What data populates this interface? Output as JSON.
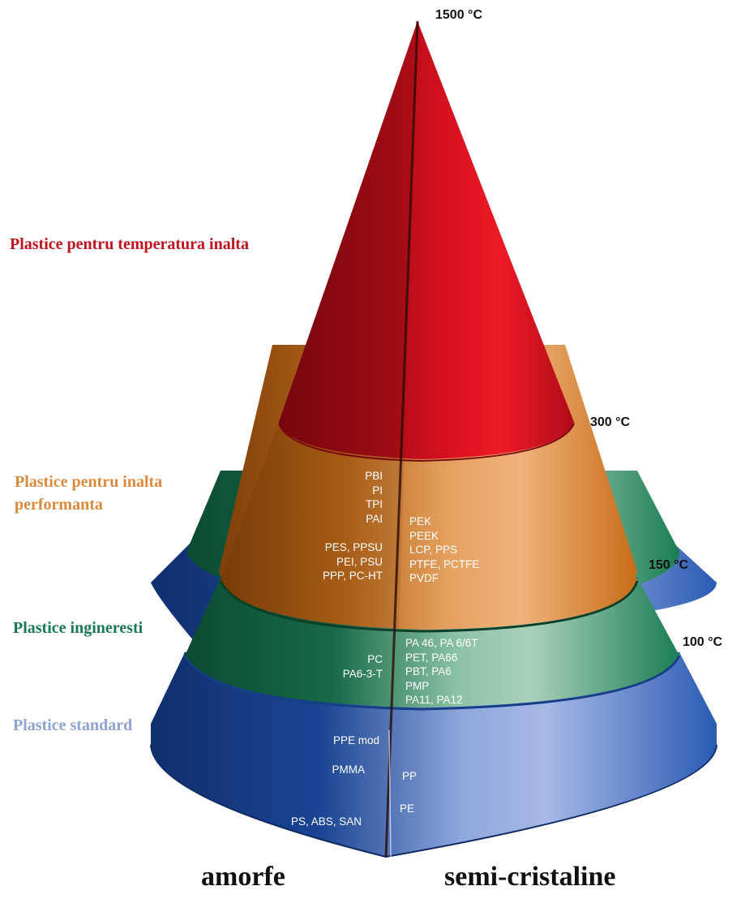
{
  "temperatures": {
    "t1500": "1500 °C",
    "t300": "300 °C",
    "t150": "150 °C",
    "t100": "100 °C"
  },
  "categories": {
    "high_temp": "Plastice pentru temperatura inalta",
    "high_perf_line1": "Plastice pentru inalta",
    "high_perf_line2": "performanta",
    "engineering": "Plastice ingineresti",
    "standard": "Plastice standard"
  },
  "bottom_labels": {
    "amorphous": "amorfe",
    "semicrystalline": "semi-cristaline"
  },
  "polymers": {
    "perf_amorphous_a": [
      "PBI",
      "PI",
      "TPI",
      "PAI"
    ],
    "perf_amorphous_b": [
      "PES, PPSU",
      "PEI, PSU",
      "PPP, PC-HT"
    ],
    "perf_semicrystalline": [
      "PEK",
      "PEEK",
      "LCP, PPS",
      "PTFE, PCTFE",
      "PVDF"
    ],
    "eng_amorphous": [
      "PC",
      "PA6-3-T"
    ],
    "eng_semicrystalline": [
      "PA 46, PA 6/6T",
      "PET, PA66",
      "PBT, PA6",
      "PMP",
      "PA11, PA12"
    ],
    "std_amorphous_a": [
      "PPE mod"
    ],
    "std_amorphous_b": [
      "PMMA"
    ],
    "std_amorphous_c": [
      "PS, ABS, SAN"
    ],
    "std_semicrystalline_a": [
      "PP"
    ],
    "std_semicrystalline_b": [
      "PE"
    ]
  },
  "colors": {
    "high_temp": "#c8101c",
    "high_perf": "#d8832f",
    "engineering": "#1d7a55",
    "standard": "#1f4ea0",
    "label_high_temp": "#c1121f",
    "label_high_perf": "#d98a3d",
    "label_engineering": "#1a7a52",
    "label_standard": "#8ea3cf"
  }
}
